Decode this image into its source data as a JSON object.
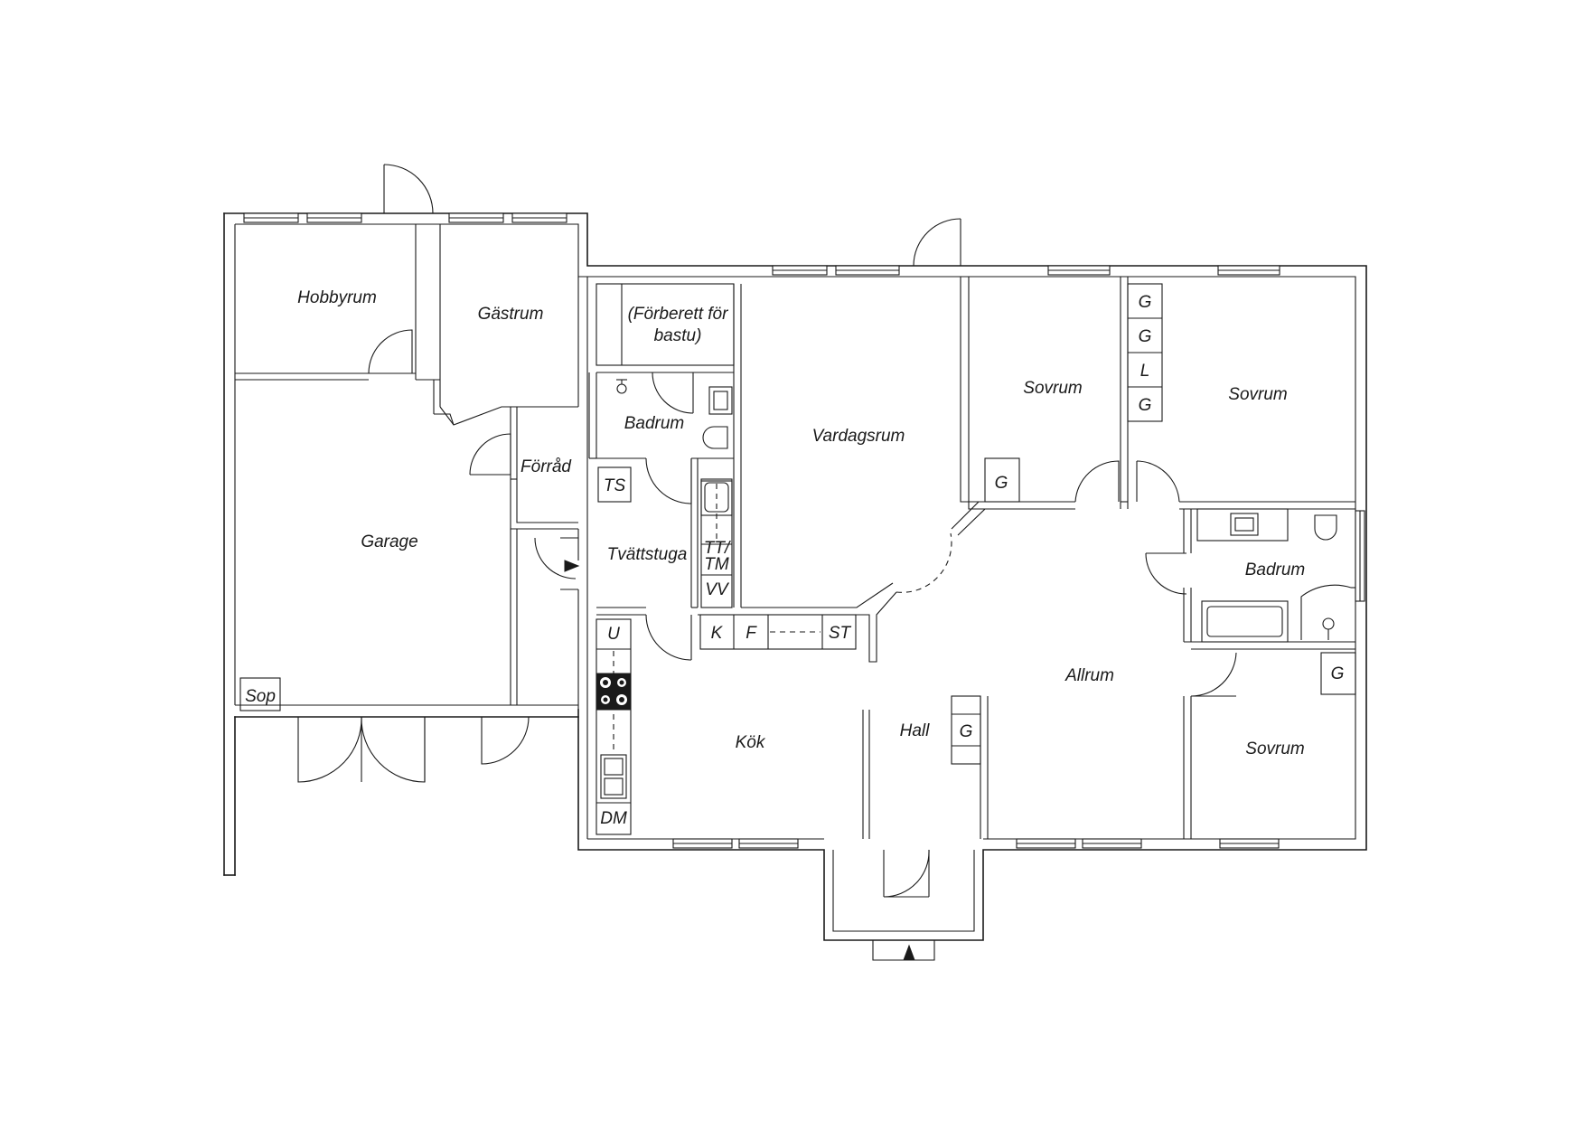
{
  "rooms": {
    "hobbyrum": "Hobbyrum",
    "gastrum": "Gästrum",
    "bastu_line1": "(Förberett för",
    "bastu_line2": "bastu)",
    "badrum1": "Badrum",
    "vardagsrum": "Vardagsrum",
    "sovrum1": "Sovrum",
    "sovrum2": "Sovrum",
    "forrad": "Förråd",
    "garage": "Garage",
    "tvattstuga": "Tvättstuga",
    "badrum2": "Badrum",
    "allrum": "Allrum",
    "kok": "Kök",
    "hall": "Hall",
    "sovrum3": "Sovrum"
  },
  "codes": {
    "ts": "TS",
    "tt_line1": "TT/",
    "tt_line2": "TM",
    "vv": "VV",
    "u": "U",
    "k": "K",
    "f": "F",
    "st": "ST",
    "dm": "DM",
    "sop": "Sop",
    "g_sovrum1": "G",
    "g_wardrobe_1": "G",
    "g_wardrobe_2": "G",
    "l_wardrobe": "L",
    "g_wardrobe_3": "G",
    "g_hall": "G",
    "g_sovrum3": "G"
  }
}
